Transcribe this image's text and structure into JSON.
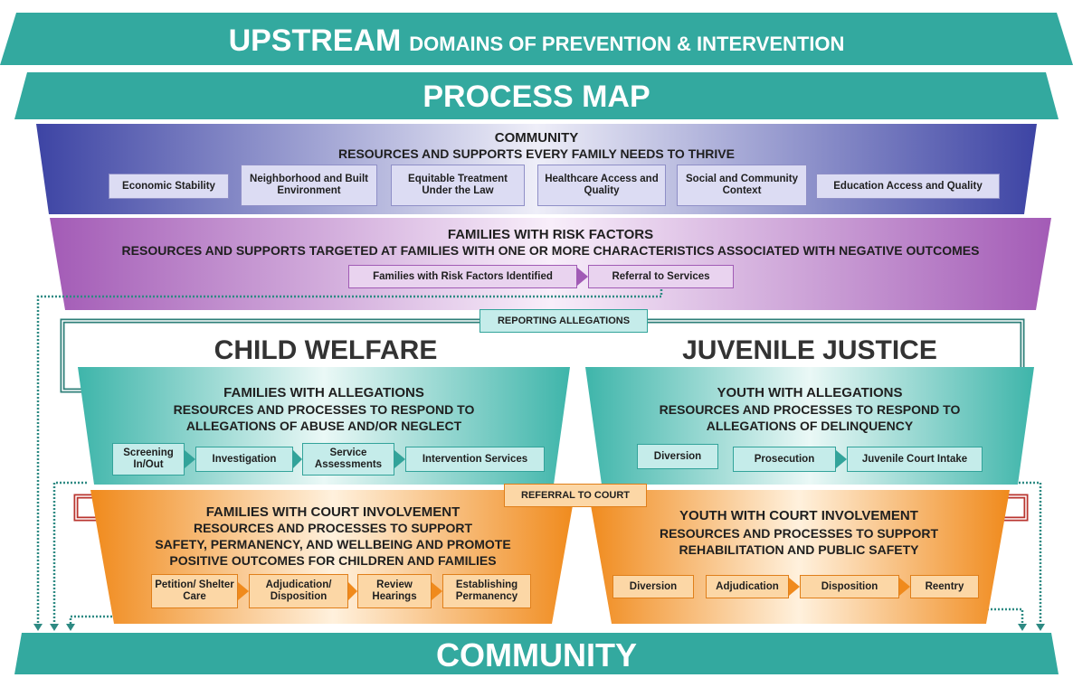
{
  "header": {
    "title_bold": "UPSTREAM",
    "title_rest": "DOMAINS OF PREVENTION & INTERVENTION",
    "subtitle": "PROCESS MAP"
  },
  "community": {
    "title": "COMMUNITY",
    "desc": "RESOURCES AND SUPPORTS EVERY FAMILY NEEDS TO THRIVE",
    "items": [
      "Economic Stability",
      "Neighborhood and Built Environment",
      "Equitable Treatment Under the Law",
      "Healthcare Access and Quality",
      "Social and Community Context",
      "Education Access and Quality"
    ]
  },
  "risk": {
    "title": "FAMILIES WITH RISK FACTORS",
    "desc": "RESOURCES AND SUPPORTS TARGETED AT FAMILIES WITH ONE OR MORE CHARACTERISTICS ASSOCIATED WITH NEGATIVE OUTCOMES",
    "items": [
      "Families with Risk Factors Identified",
      "Referral to Services"
    ]
  },
  "reporting_label": "REPORTING ALLEGATIONS",
  "referral_label": "REFERRAL TO COURT",
  "child_welfare": {
    "heading": "CHILD WELFARE",
    "allegations": {
      "title": "FAMILIES WITH ALLEGATIONS",
      "desc1": "RESOURCES AND PROCESSES TO RESPOND TO",
      "desc2": "ALLEGATIONS OF ABUSE AND/OR NEGLECT",
      "items": [
        "Screening In/Out",
        "Investigation",
        "Service Assessments",
        "Intervention Services"
      ]
    },
    "court": {
      "title": "FAMILIES WITH COURT INVOLVEMENT",
      "desc1": "RESOURCES AND PROCESSES TO SUPPORT",
      "desc2": "SAFETY, PERMANENCY, AND WELLBEING AND PROMOTE",
      "desc3": "POSITIVE OUTCOMES FOR CHILDREN AND FAMILIES",
      "items": [
        "Petition/ Shelter Care",
        "Adjudication/ Disposition",
        "Review Hearings",
        "Establishing Permanency"
      ]
    }
  },
  "juvenile_justice": {
    "heading": "JUVENILE JUSTICE",
    "allegations": {
      "title": "YOUTH WITH ALLEGATIONS",
      "desc1": "RESOURCES AND PROCESSES TO RESPOND TO",
      "desc2": "ALLEGATIONS OF DELINQUENCY",
      "items": [
        "Diversion",
        "Prosecution",
        "Juvenile Court Intake"
      ]
    },
    "court": {
      "title": "YOUTH WITH COURT INVOLVEMENT",
      "desc1": "RESOURCES AND PROCESSES TO SUPPORT",
      "desc2": "REHABILITATION AND PUBLIC SAFETY",
      "items": [
        "Diversion",
        "Adjudication",
        "Disposition",
        "Reentry"
      ]
    }
  },
  "footer": "COMMUNITY",
  "colors": {
    "teal": "#33a99f",
    "navy": "#3f4aa8",
    "purple": "#a15bb5",
    "orange": "#f08a1c",
    "red": "#e0504a"
  }
}
